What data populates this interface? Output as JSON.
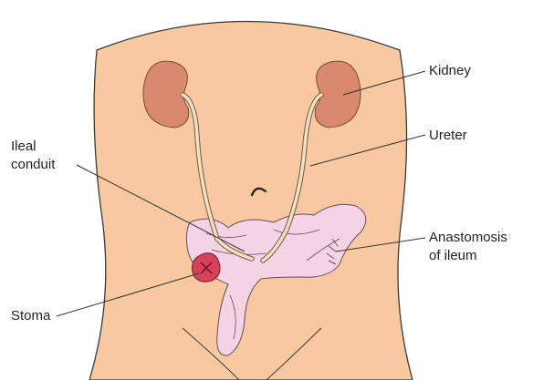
{
  "labels": {
    "kidney": "Kidney",
    "ureter": "Ureter",
    "ileal_conduit_line1": "Ileal",
    "ileal_conduit_line2": "conduit",
    "anastomosis_line1": "Anastomosis",
    "anastomosis_line2": "of ileum",
    "stoma": "Stoma"
  },
  "colors": {
    "skin": "#f8c9a0",
    "skin_outline": "#3a3a3a",
    "kidney": "#d8896e",
    "ureter": "#f3dfc2",
    "intestine": "#f4d3e4",
    "intestine_outline": "#6b4a5e",
    "stoma": "#d8415a",
    "text": "#222222",
    "leader": "#333333"
  }
}
